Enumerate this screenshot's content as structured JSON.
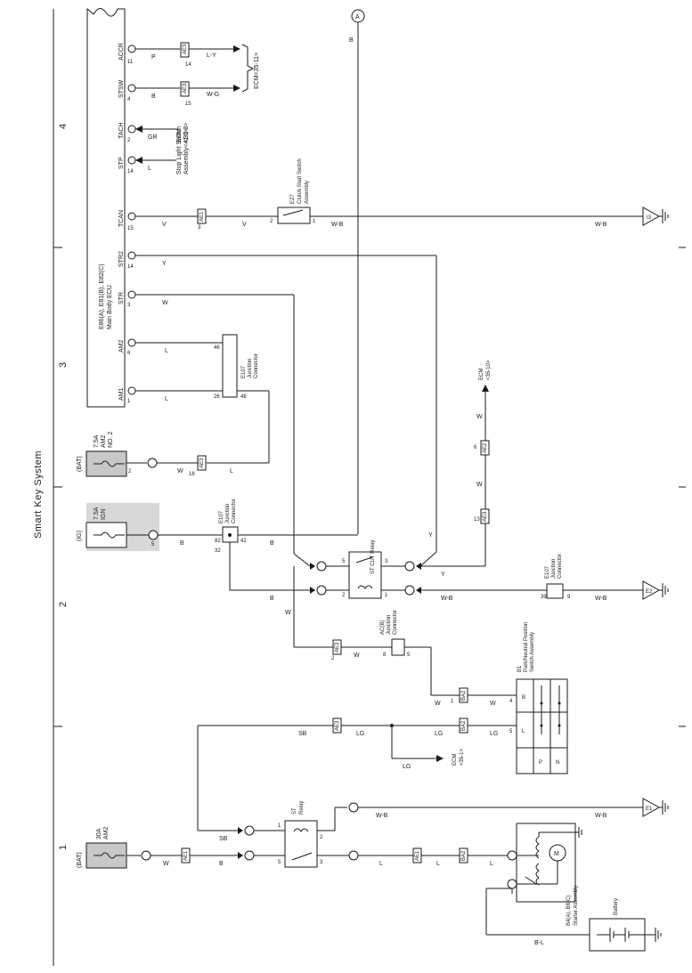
{
  "page_title": "Smart Key System",
  "section_numbers": [
    "1",
    "2",
    "3",
    "4"
  ],
  "ecu": {
    "label1": "E86(A), E81(B), E82(C)",
    "label2": "Main Body ECU",
    "terminals": [
      {
        "name": "ACCR",
        "pin": "11",
        "wire": "P",
        "conn": "14",
        "conn_id": "AE3",
        "wire_out": "L-Y"
      },
      {
        "name": "STSW",
        "pin": "4",
        "wire": "B",
        "conn": "15",
        "conn_id": "AE3",
        "wire_out": "W-G"
      },
      {
        "name": "TACH",
        "pin": "2",
        "wire": "GR"
      },
      {
        "name": "STP",
        "pin": "14",
        "wire": "L"
      },
      {
        "name": "TCAN",
        "pin": "15",
        "wire": "V",
        "conn": "3",
        "conn_id": "AE1"
      },
      {
        "name": "STR2",
        "pin": "14",
        "wire": "Y"
      },
      {
        "name": "STR",
        "pin": "3",
        "wire": "W"
      },
      {
        "name": "AM2",
        "pin": "6",
        "wire": "L"
      },
      {
        "name": "AM1",
        "pin": "1",
        "wire": "L"
      }
    ]
  },
  "refs": {
    "ecm_35_11": "ECM<35-11>",
    "ecm_35_3_l1": "ECM",
    "ecm_35_3_l2": "<35-3>",
    "stop_l1": "Stop Light Switch",
    "stop_l2": "Assembly<41-2>",
    "clutch_l1": "E27",
    "clutch_l2": "Clutch Start Switch",
    "clutch_l3": "Assembly",
    "ecm_35_10_l1": "ECM",
    "ecm_35_10_l2": "<35-10>",
    "ecm_35_1_l1": "ECM",
    "ecm_35_1_l2": "<35-1>",
    "junction_l1": "E107",
    "junction_l2": "Junction",
    "junction_l3": "Connector"
  },
  "fuses": [
    {
      "source": "(BAT)",
      "line1": "7.5A",
      "line2": "AM2",
      "line3": "NO. 2",
      "pin": "2",
      "wire": "W",
      "conn": "16",
      "conn_id": "AE3",
      "wire2": "L"
    },
    {
      "source": "(IG)",
      "line1": "7.5A",
      "line2": "IGN",
      "pin": "5",
      "wire": "B"
    },
    {
      "source": "(BAT)",
      "line1": "30A",
      "line2": "AM2",
      "wire": "W",
      "conn_id": "AE1",
      "wire2": "B"
    }
  ],
  "relays": {
    "stcut": "ST CUT Relay",
    "st_l1": "ST",
    "st_l2": "Relay"
  },
  "parking": {
    "l1": "B1",
    "l2": "Park/Neutral Position",
    "l3": "Switch Assembly",
    "pos_b": "B",
    "pos_l": "L",
    "pos_p": "P",
    "pos_n": "N",
    "pin_b": "4",
    "pin_l": "5"
  },
  "acc": {
    "l1": "AC(B)",
    "l2": "Junction",
    "l3": "Connector"
  },
  "starter": {
    "l1": "B4(A), B8(C)",
    "l2": "Starter Assembly",
    "motor": "M"
  },
  "battery": "Battery",
  "grounds": {
    "g1": "I3",
    "g2": "E2",
    "g3": "E1"
  },
  "wires": {
    "A": "A",
    "B": "B",
    "W": "W",
    "Y": "Y",
    "V": "V",
    "WB": "W-B",
    "LG": "LG",
    "SB": "SB",
    "L": "L",
    "BL": "B-L",
    "GR": "GR"
  },
  "pins": {
    "p1": "1",
    "p2": "2",
    "p3": "3",
    "p5": "5",
    "p6": "6",
    "p8": "8",
    "p9": "9",
    "p13": "13",
    "p26": "26",
    "p32": "32",
    "p39": "39",
    "p42": "42",
    "p46": "46",
    "p48": "48",
    "p82": "82"
  },
  "connectors": {
    "ae1": "AE1",
    "ae2": "AE2",
    "ae3": "AE3",
    "ba1": "BA1",
    "ba2": "BA2"
  }
}
